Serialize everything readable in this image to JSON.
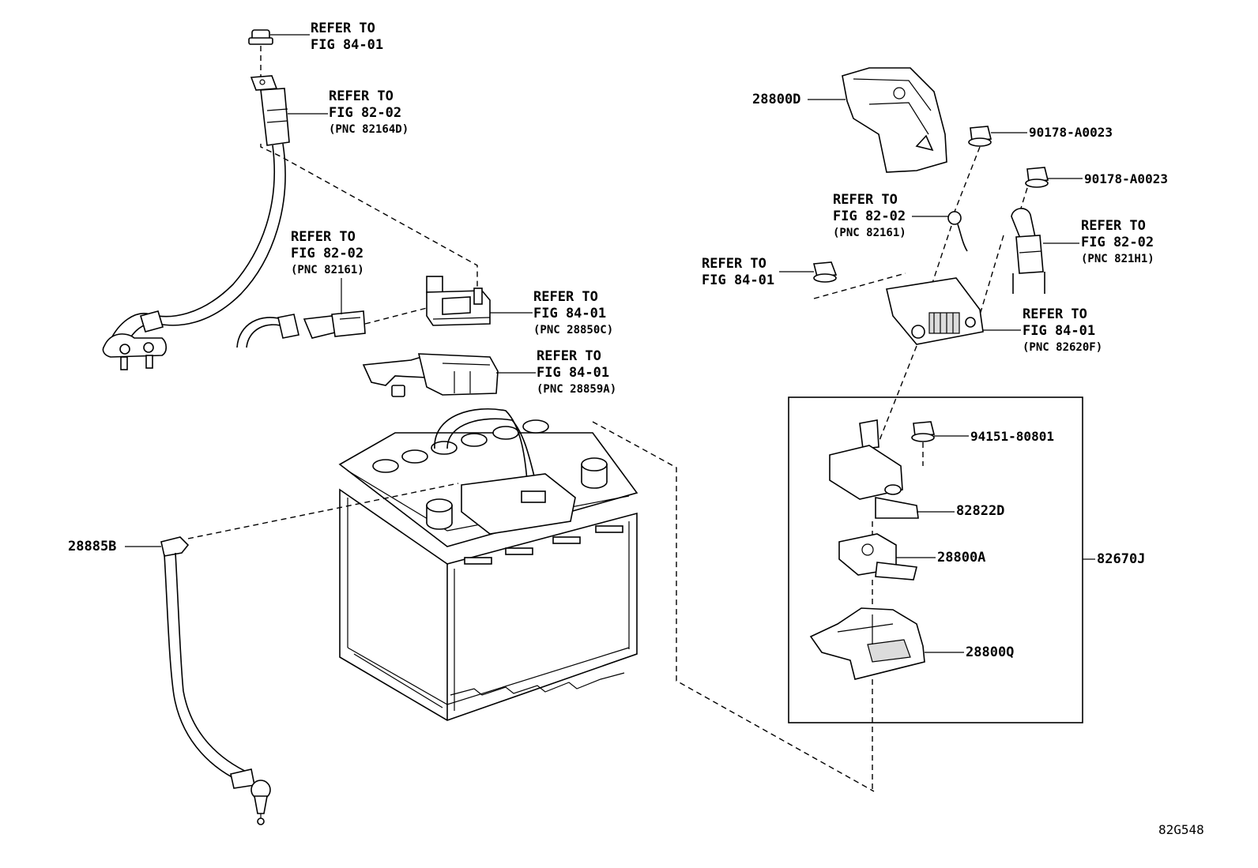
{
  "diagram_code": "82G548",
  "callouts": {
    "ref_top_left": {
      "line1": "REFER TO",
      "line2": "FIG 84-01"
    },
    "ref_neg_cable": {
      "line1": "REFER TO",
      "line2": "FIG 82-02",
      "line3": "(PNC 82164D)"
    },
    "ref_harness_left": {
      "line1": "REFER TO",
      "line2": "FIG 82-02",
      "line3": "(PNC 82161)"
    },
    "ref_fuse_28850c": {
      "line1": "REFER TO",
      "line2": "FIG 84-01",
      "line3": "(PNC 28850C)"
    },
    "ref_bracket_28859a": {
      "line1": "REFER TO",
      "line2": "FIG 84-01",
      "line3": "(PNC 28859A)"
    },
    "ref_harness_right": {
      "line1": "REFER TO",
      "line2": "FIG 82-02",
      "line3": "(PNC 82161)"
    },
    "ref_nut_right": {
      "line1": "REFER TO",
      "line2": "FIG 84-01"
    },
    "ref_pos_cable": {
      "line1": "REFER TO",
      "line2": "FIG 82-02",
      "line3": "(PNC 821H1)"
    },
    "ref_fuse_block": {
      "line1": "REFER TO",
      "line2": "FIG 84-01",
      "line3": "(PNC 82620F)"
    }
  },
  "parts": {
    "p28800d": "28800D",
    "p90178_a": "90178-A0023",
    "p90178_b": "90178-A0023",
    "p28885b": "28885B",
    "p94151": "94151-80801",
    "p82822d": "82822D",
    "p28800a": "28800A",
    "p82670j": "82670J",
    "p28800q": "28800Q"
  }
}
